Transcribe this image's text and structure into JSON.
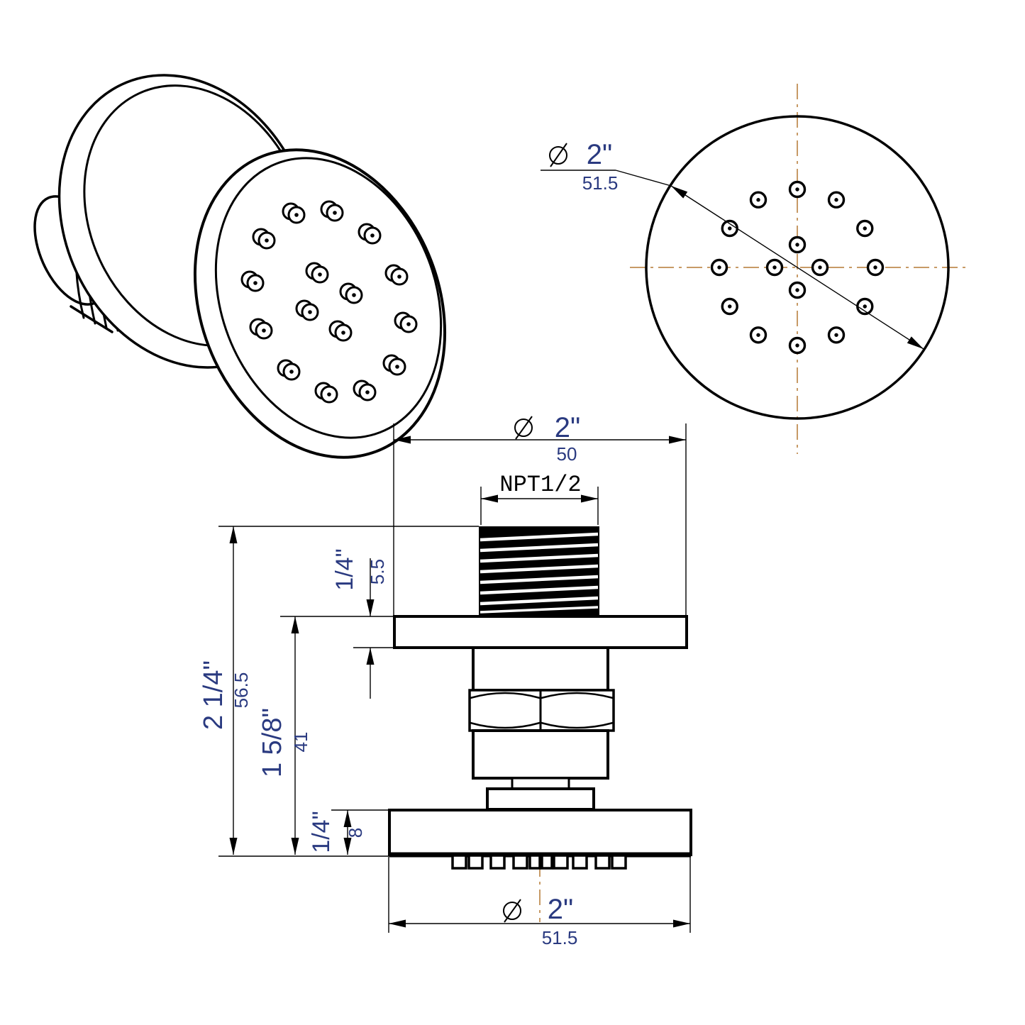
{
  "drawing": {
    "kind": "technical dimension drawing",
    "subject": "round shower body spray jet (3 views: isometric, front face, side section)"
  },
  "colors": {
    "line": "#000000",
    "dimension_text": "#2a3a80",
    "centerline": "#c79a66",
    "background": "#ffffff"
  },
  "front_view": {
    "diameter_in": "2\"",
    "diameter_mm": "51.5",
    "nozzles_outer_ring": 12,
    "nozzles_inner_ring": 4
  },
  "side_view": {
    "thread_label": "NPT1/2",
    "top_diameter_in": "2\"",
    "top_diameter_mm": "50",
    "thread_exposed_in": "1/4\"",
    "thread_exposed_mm": "5.5",
    "overall_height_in": "2 1/4\"",
    "overall_height_mm": "56.5",
    "body_height_in": "1 5/8\"",
    "body_height_mm": "41",
    "plate_thickness_in": "1/4\"",
    "plate_thickness_mm": "8",
    "bottom_diameter_in": "2\"",
    "bottom_diameter_mm": "51.5"
  },
  "iso_view": {
    "nozzle_count": 16
  }
}
